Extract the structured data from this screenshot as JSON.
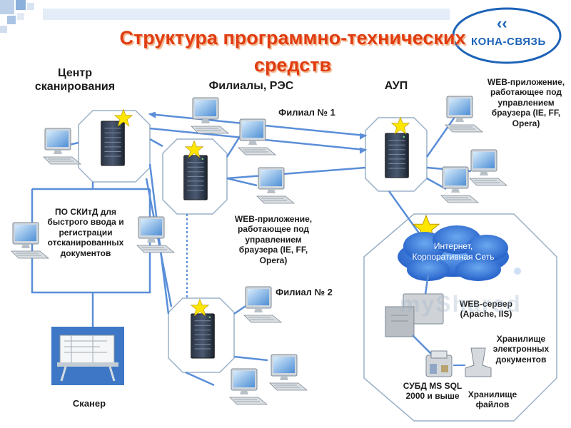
{
  "title": {
    "line1": "Структура программно-технических",
    "line2": "средств"
  },
  "logo": {
    "text": "КОНА-СВЯЗЬ"
  },
  "labels": {
    "scan_center": "Центр сканирования",
    "branches": "Филиалы, РЭС",
    "aup": "АУП",
    "branch1": "Филиал № 1",
    "branch2": "Филиал № 2",
    "web_app_aup": "WEB-приложение, работающее под управлением браузера (IE, FF, Opera)",
    "web_app_branch": "WEB-приложение, работающее под управлением браузера (IE, FF, Opera)",
    "software": "ПО СКИтД для быстрого ввода и регистрации отсканированных документов",
    "scanner": "Сканер",
    "cloud": "Интернет, Корпоративная Сеть",
    "web_server": "WEB-сервер (Apache, IIS)",
    "doc_storage": "Хранилище электронных документов",
    "dbms": "СУБД MS SQL 2000 и выше",
    "file_storage": "Хранилище файлов",
    "watermark": "myShared"
  },
  "colors": {
    "title": "#e03c10",
    "star": "#ffe600",
    "link": "#5a8ed8",
    "octagon_border": "#9ab0c8",
    "cloud": "#3f7fe0"
  }
}
